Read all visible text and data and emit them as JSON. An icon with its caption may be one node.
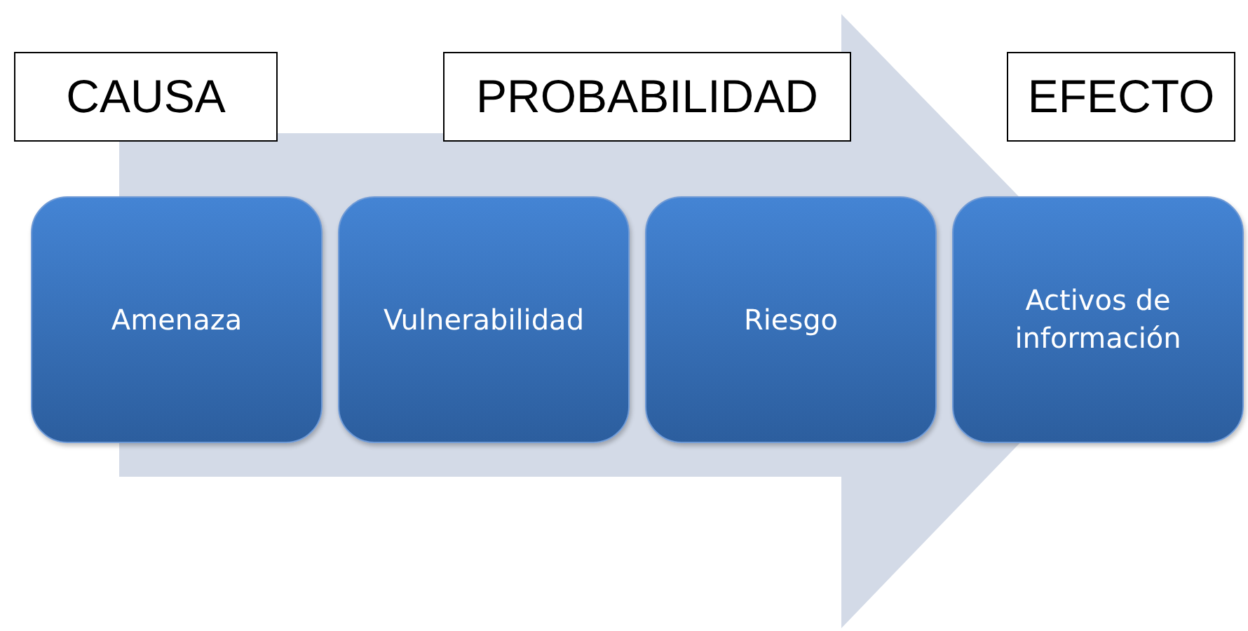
{
  "diagram": {
    "nodes": [
      {
        "text": [
          "CAUSA"
        ]
      },
      {
        "text": [
          "PROBABILIDAD"
        ]
      },
      {
        "text": [
          "EFECTO"
        ]
      },
      {
        "text": [
          "Amenaza"
        ]
      },
      {
        "text": [
          "Vulnerabilidad"
        ]
      },
      {
        "text": [
          "Riesgo"
        ]
      },
      {
        "text": [
          "Activos de información"
        ]
      }
    ],
    "edges": [
      {
        "from": 3,
        "to": 6,
        "arrow": "to"
      }
    ]
  }
}
